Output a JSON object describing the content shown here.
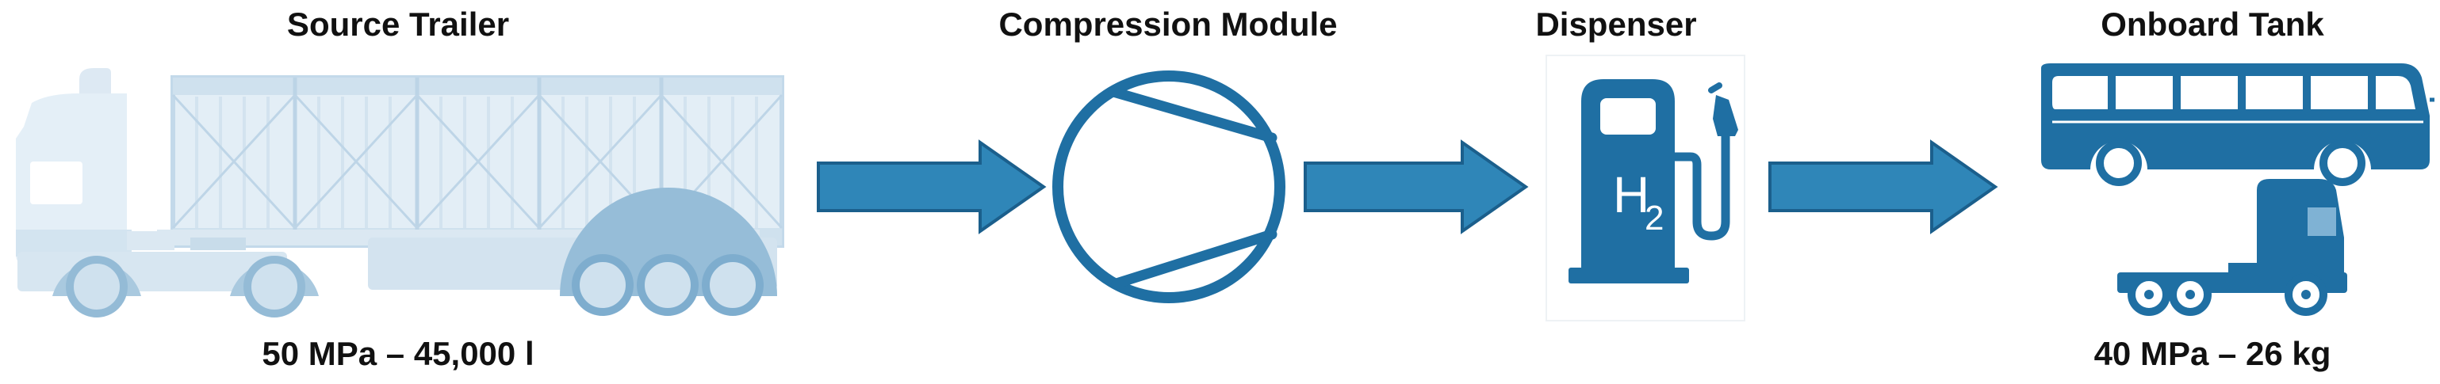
{
  "stages": {
    "source": {
      "title": "Source Trailer",
      "caption": "50 MPa – 45,000 l",
      "icon": "tube-trailer-truck-icon"
    },
    "compression": {
      "title": "Compression Module",
      "icon": "compressor-symbol-icon"
    },
    "dispenser": {
      "title": "Dispenser",
      "icon": "hydrogen-pump-icon",
      "symbol_main": "H",
      "symbol_sub": "2"
    },
    "onboard": {
      "title": "Onboard Tank",
      "caption": "40 MPa – 26 kg",
      "icons": [
        "bus-icon",
        "truck-tractor-icon"
      ]
    }
  },
  "colors": {
    "primary_blue": "#1f6fa3",
    "arrow_blue": "#2f86b8",
    "arrow_outline": "#1b5f8c",
    "pale_blue": "#d8e8f3",
    "mid_blue": "#b7d3e6"
  }
}
